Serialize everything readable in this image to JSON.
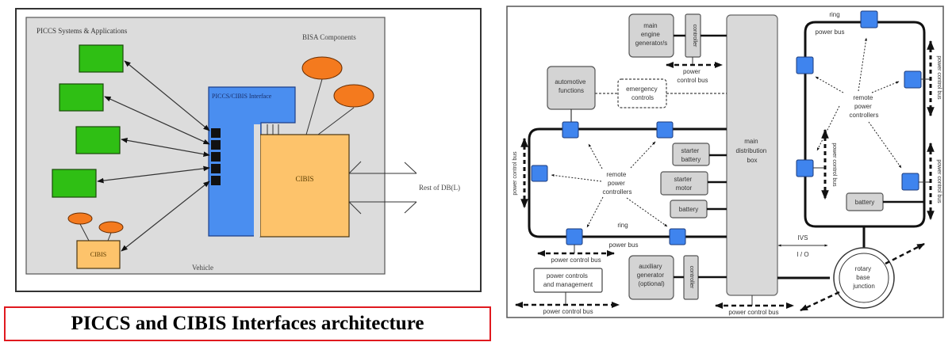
{
  "caption": "PICCS and CIBIS Interfaces architecture",
  "left_diagram": {
    "labels": {
      "systems_apps": "PICCS Systems & Applications",
      "bisa": "BISA Components",
      "interface": "PICCS/CIBIS Interface",
      "cibis_main": "CIBIS",
      "cibis_vehicle": "CIBIS",
      "vehicle": "Vehicle",
      "rest": "Rest of DB(L)"
    },
    "colors": {
      "green": "#2fbf14",
      "blue": "#4a8ef0",
      "orange_ellipse": "#f47a1e",
      "cibis_fill": "#fdc36b",
      "panel_gray": "#dcdcdc"
    }
  },
  "right_diagram": {
    "boxes": {
      "main_engine": [
        "main",
        "engine",
        "generator/s"
      ],
      "controller_top": "controller",
      "automotive": [
        "automotive",
        "functions"
      ],
      "emergency": [
        "emergency",
        "controls"
      ],
      "starter_battery": [
        "starter",
        "battery"
      ],
      "starter_motor": [
        "starter",
        "motor"
      ],
      "battery_left": "battery",
      "distribution": [
        "main",
        "distribution",
        "box"
      ],
      "battery_right": "battery",
      "auxiliary": [
        "auxiliary",
        "generator",
        "(optional)"
      ],
      "controller_bottom": "controller",
      "power_controls": [
        "power controls",
        "and management"
      ],
      "rotary": [
        "rotary",
        "base",
        "junction"
      ]
    },
    "labels": {
      "power_control_bus": "power control bus",
      "power_control_bus_stacked": [
        "power",
        "control bus"
      ],
      "remote_power_controllers": [
        "remote",
        "power",
        "controllers"
      ],
      "ring": "ring",
      "power_bus": "power bus",
      "ivs": "IVS",
      "io": "I / O"
    },
    "colors": {
      "controller_blue": "#3f84ee",
      "box_gray": "#d4d4d4",
      "dist_gray": "#d9d9d9"
    }
  }
}
